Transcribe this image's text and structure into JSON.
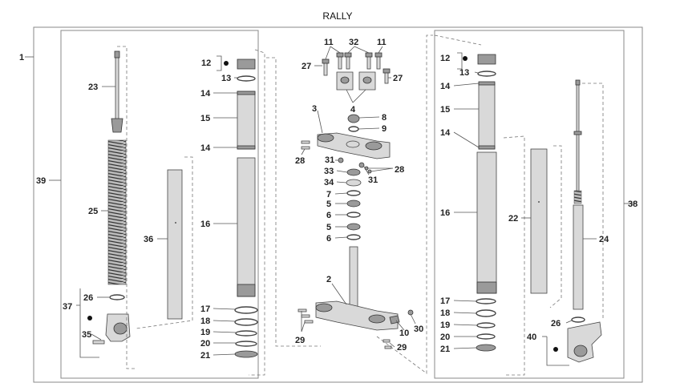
{
  "title": "RALLY",
  "labels": {
    "p1": "1",
    "p2": "2",
    "p3": "3",
    "p4": "4",
    "p5a": "5",
    "p5b": "5",
    "p6a": "6",
    "p6b": "6",
    "p7": "7",
    "p8": "8",
    "p9": "9",
    "p10": "10",
    "p11a": "11",
    "p11b": "11",
    "p12a": "12",
    "p12b": "12",
    "p13a": "13",
    "p13b": "13",
    "p14a": "14",
    "p14b": "14",
    "p14c": "14",
    "p14d": "14",
    "p15a": "15",
    "p15b": "15",
    "p16a": "16",
    "p16b": "16",
    "p17a": "17",
    "p17b": "17",
    "p18a": "18",
    "p18b": "18",
    "p19a": "19",
    "p19b": "19",
    "p20a": "20",
    "p20b": "20",
    "p21a": "21",
    "p21b": "21",
    "p22": "22",
    "p23": "23",
    "p24": "24",
    "p25": "25",
    "p26a": "26",
    "p26b": "26",
    "p27a": "27",
    "p27b": "27",
    "p28a": "28",
    "p28b": "28",
    "p29a": "29",
    "p29b": "29",
    "p30": "30",
    "p31a": "31",
    "p31b": "31",
    "p32": "32",
    "p33": "33",
    "p34": "34",
    "p35": "35",
    "p36": "36",
    "p37": "37",
    "p38": "38",
    "p39": "39",
    "p40": "40"
  }
}
